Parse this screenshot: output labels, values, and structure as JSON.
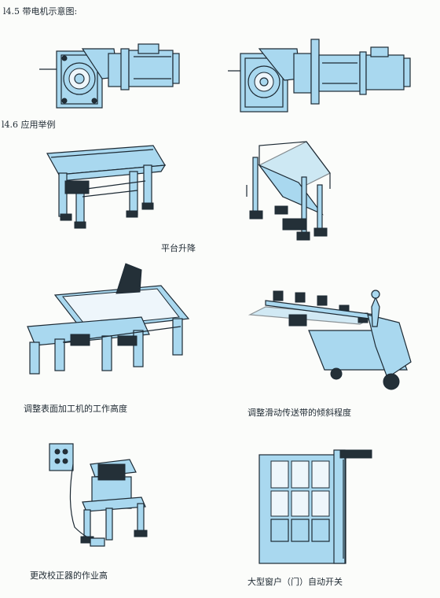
{
  "sections": {
    "s1_title": "l4.5 带电机示意图:",
    "s2_title": "l4.6 应用举例"
  },
  "captions": {
    "c1": "平台升降",
    "c2": "调整表面加工机的工作高度",
    "c3": "调整滑动传送带的倾斜程度",
    "c4": "更改校正器的作业高",
    "c5": "大型窗户（门）自动开关"
  },
  "icons": [
    "motor-gearbox-1",
    "motor-gearbox-2",
    "lift-platform",
    "tilting-platform",
    "machine-table",
    "conveyor-truck",
    "calibrator-stand",
    "window-door-frame"
  ],
  "colors": {
    "fill": "#a9d8ef",
    "outline": "#1d2a34",
    "paper": "#fbfcfa"
  }
}
